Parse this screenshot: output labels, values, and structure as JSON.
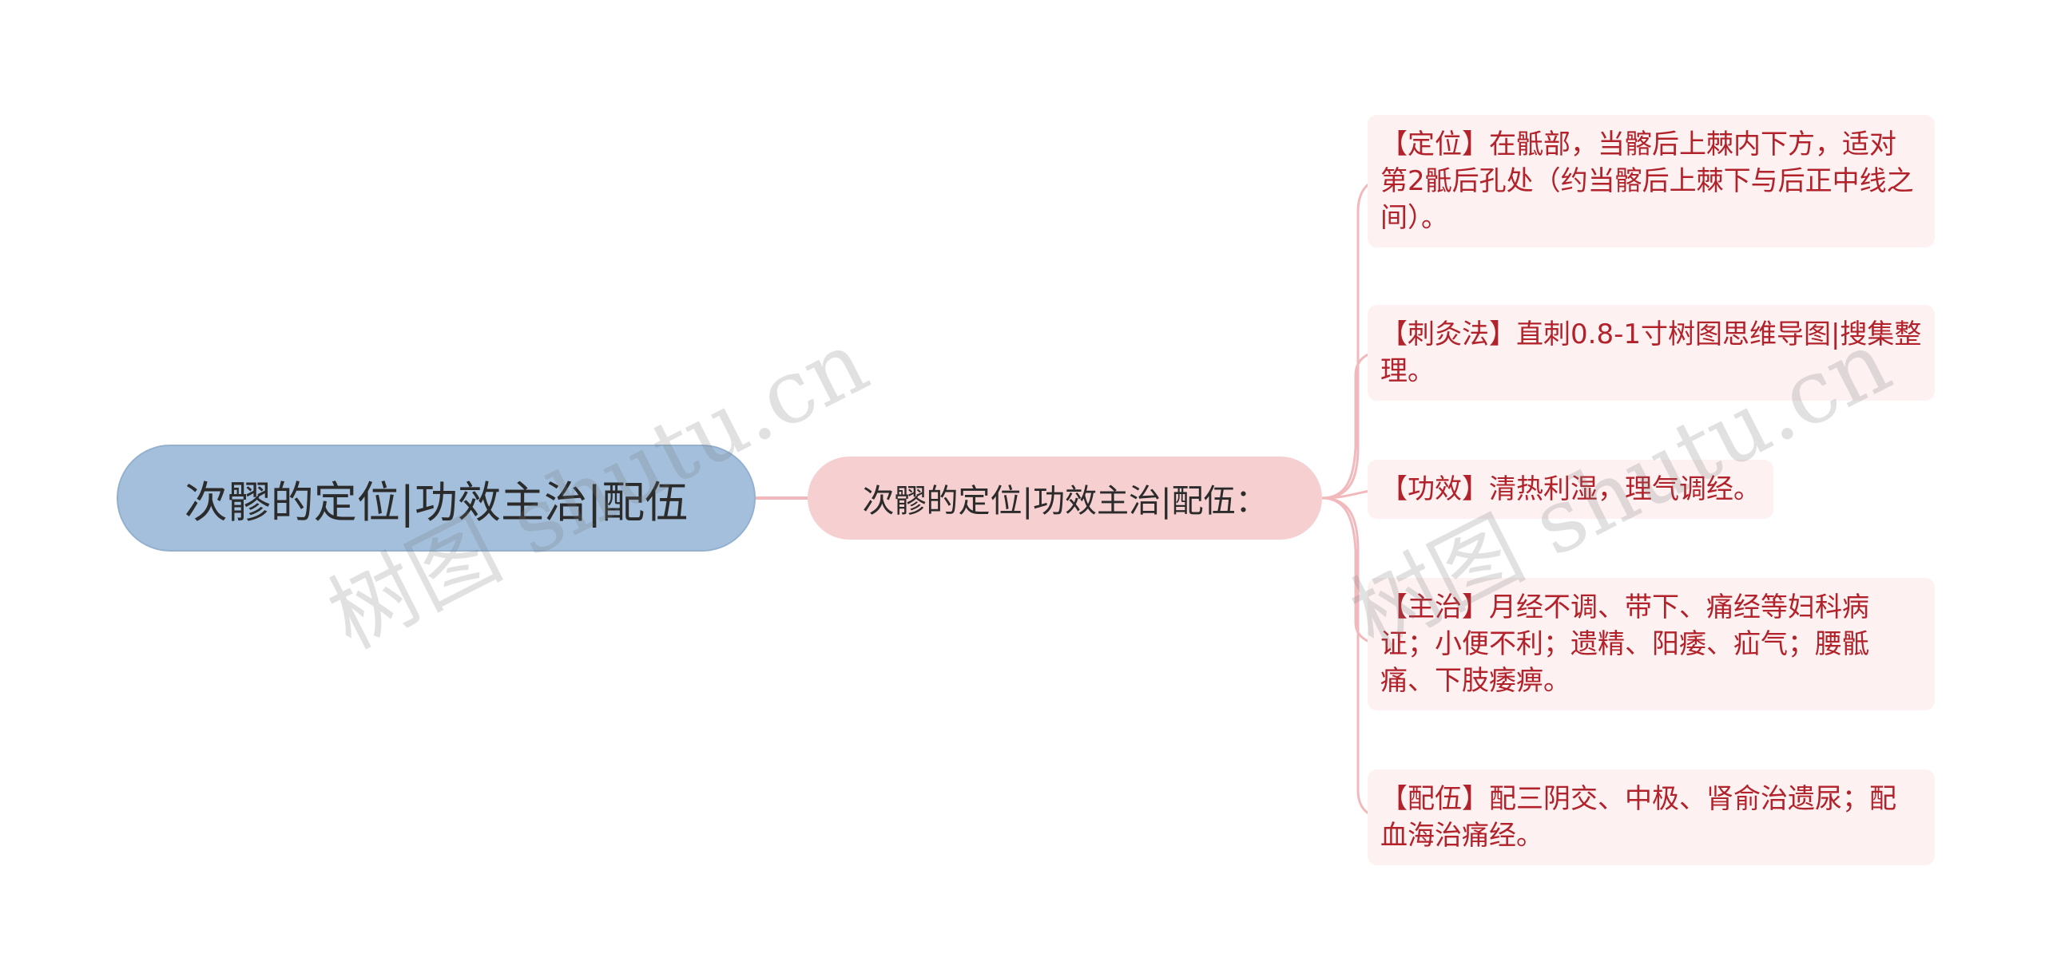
{
  "root": {
    "label": "次髎的定位|功效主治|配伍"
  },
  "branch": {
    "label": "次髎的定位|功效主治|配伍："
  },
  "leaves": [
    {
      "text": "【定位】在骶部，当髂后上棘内下方，适对第2骶后孔处（约当髂后上棘下与后正中线之间）。"
    },
    {
      "text": "【刺灸法】直刺0.8-1寸树图思维导图|搜集整理。"
    },
    {
      "text": "【功效】清热利湿，理气调经。"
    },
    {
      "text": "【主治】月经不调、带下、痛经等妇科病证；小便不利；遗精、阳痿、疝气；腰骶痛、下肢痿痹。"
    },
    {
      "text": "【配伍】配三阴交、中极、肾俞治遗尿；配血海治痛经。"
    }
  ],
  "watermarks": [
    "树图 shutu.cn",
    "树图 shutu.cn"
  ],
  "colors": {
    "root_fill": "#a3bfdb",
    "branch_fill": "#f6cfd1",
    "leaf_fill": "#fdf1f2",
    "leaf_text": "#b2222a",
    "connector": "#f2b9bd"
  }
}
